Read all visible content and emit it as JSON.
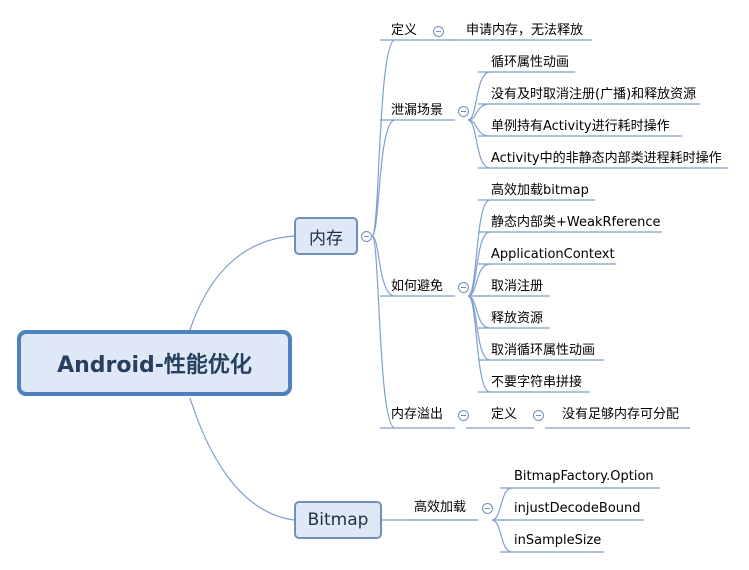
{
  "root": "Android-性能优化",
  "branches": {
    "memory": {
      "label": "内存",
      "definition": {
        "label": "定义",
        "detail": "申请内存，无法释放"
      },
      "leak_scenarios": {
        "label": "泄漏场景",
        "items": [
          "循环属性动画",
          "没有及时取消注册(广播)和释放资源",
          "单例持有Activity进行耗时操作",
          "Activity中的非静态内部类进程耗时操作"
        ]
      },
      "avoid": {
        "label": "如何避免",
        "items": [
          "高效加载bitmap",
          "静态内部类+WeakRference",
          "ApplicationContext",
          "取消注册",
          "释放资源",
          "取消循环属性动画",
          "不要字符串拼接"
        ]
      },
      "overflow": {
        "label": "内存溢出",
        "definition": {
          "label": "定义",
          "detail": "没有足够内存可分配"
        }
      }
    },
    "bitmap": {
      "label": "Bitmap",
      "efficient_loading": {
        "label": "高效加载",
        "items": [
          "BitmapFactory.Option",
          "injustDecodeBound",
          "inSampleSize"
        ]
      }
    }
  },
  "colors": {
    "line": "#7f9fcf",
    "node_fill": "#dfe8f6",
    "node_border": "#6f8fbf",
    "root_border": "#4f81bd"
  }
}
